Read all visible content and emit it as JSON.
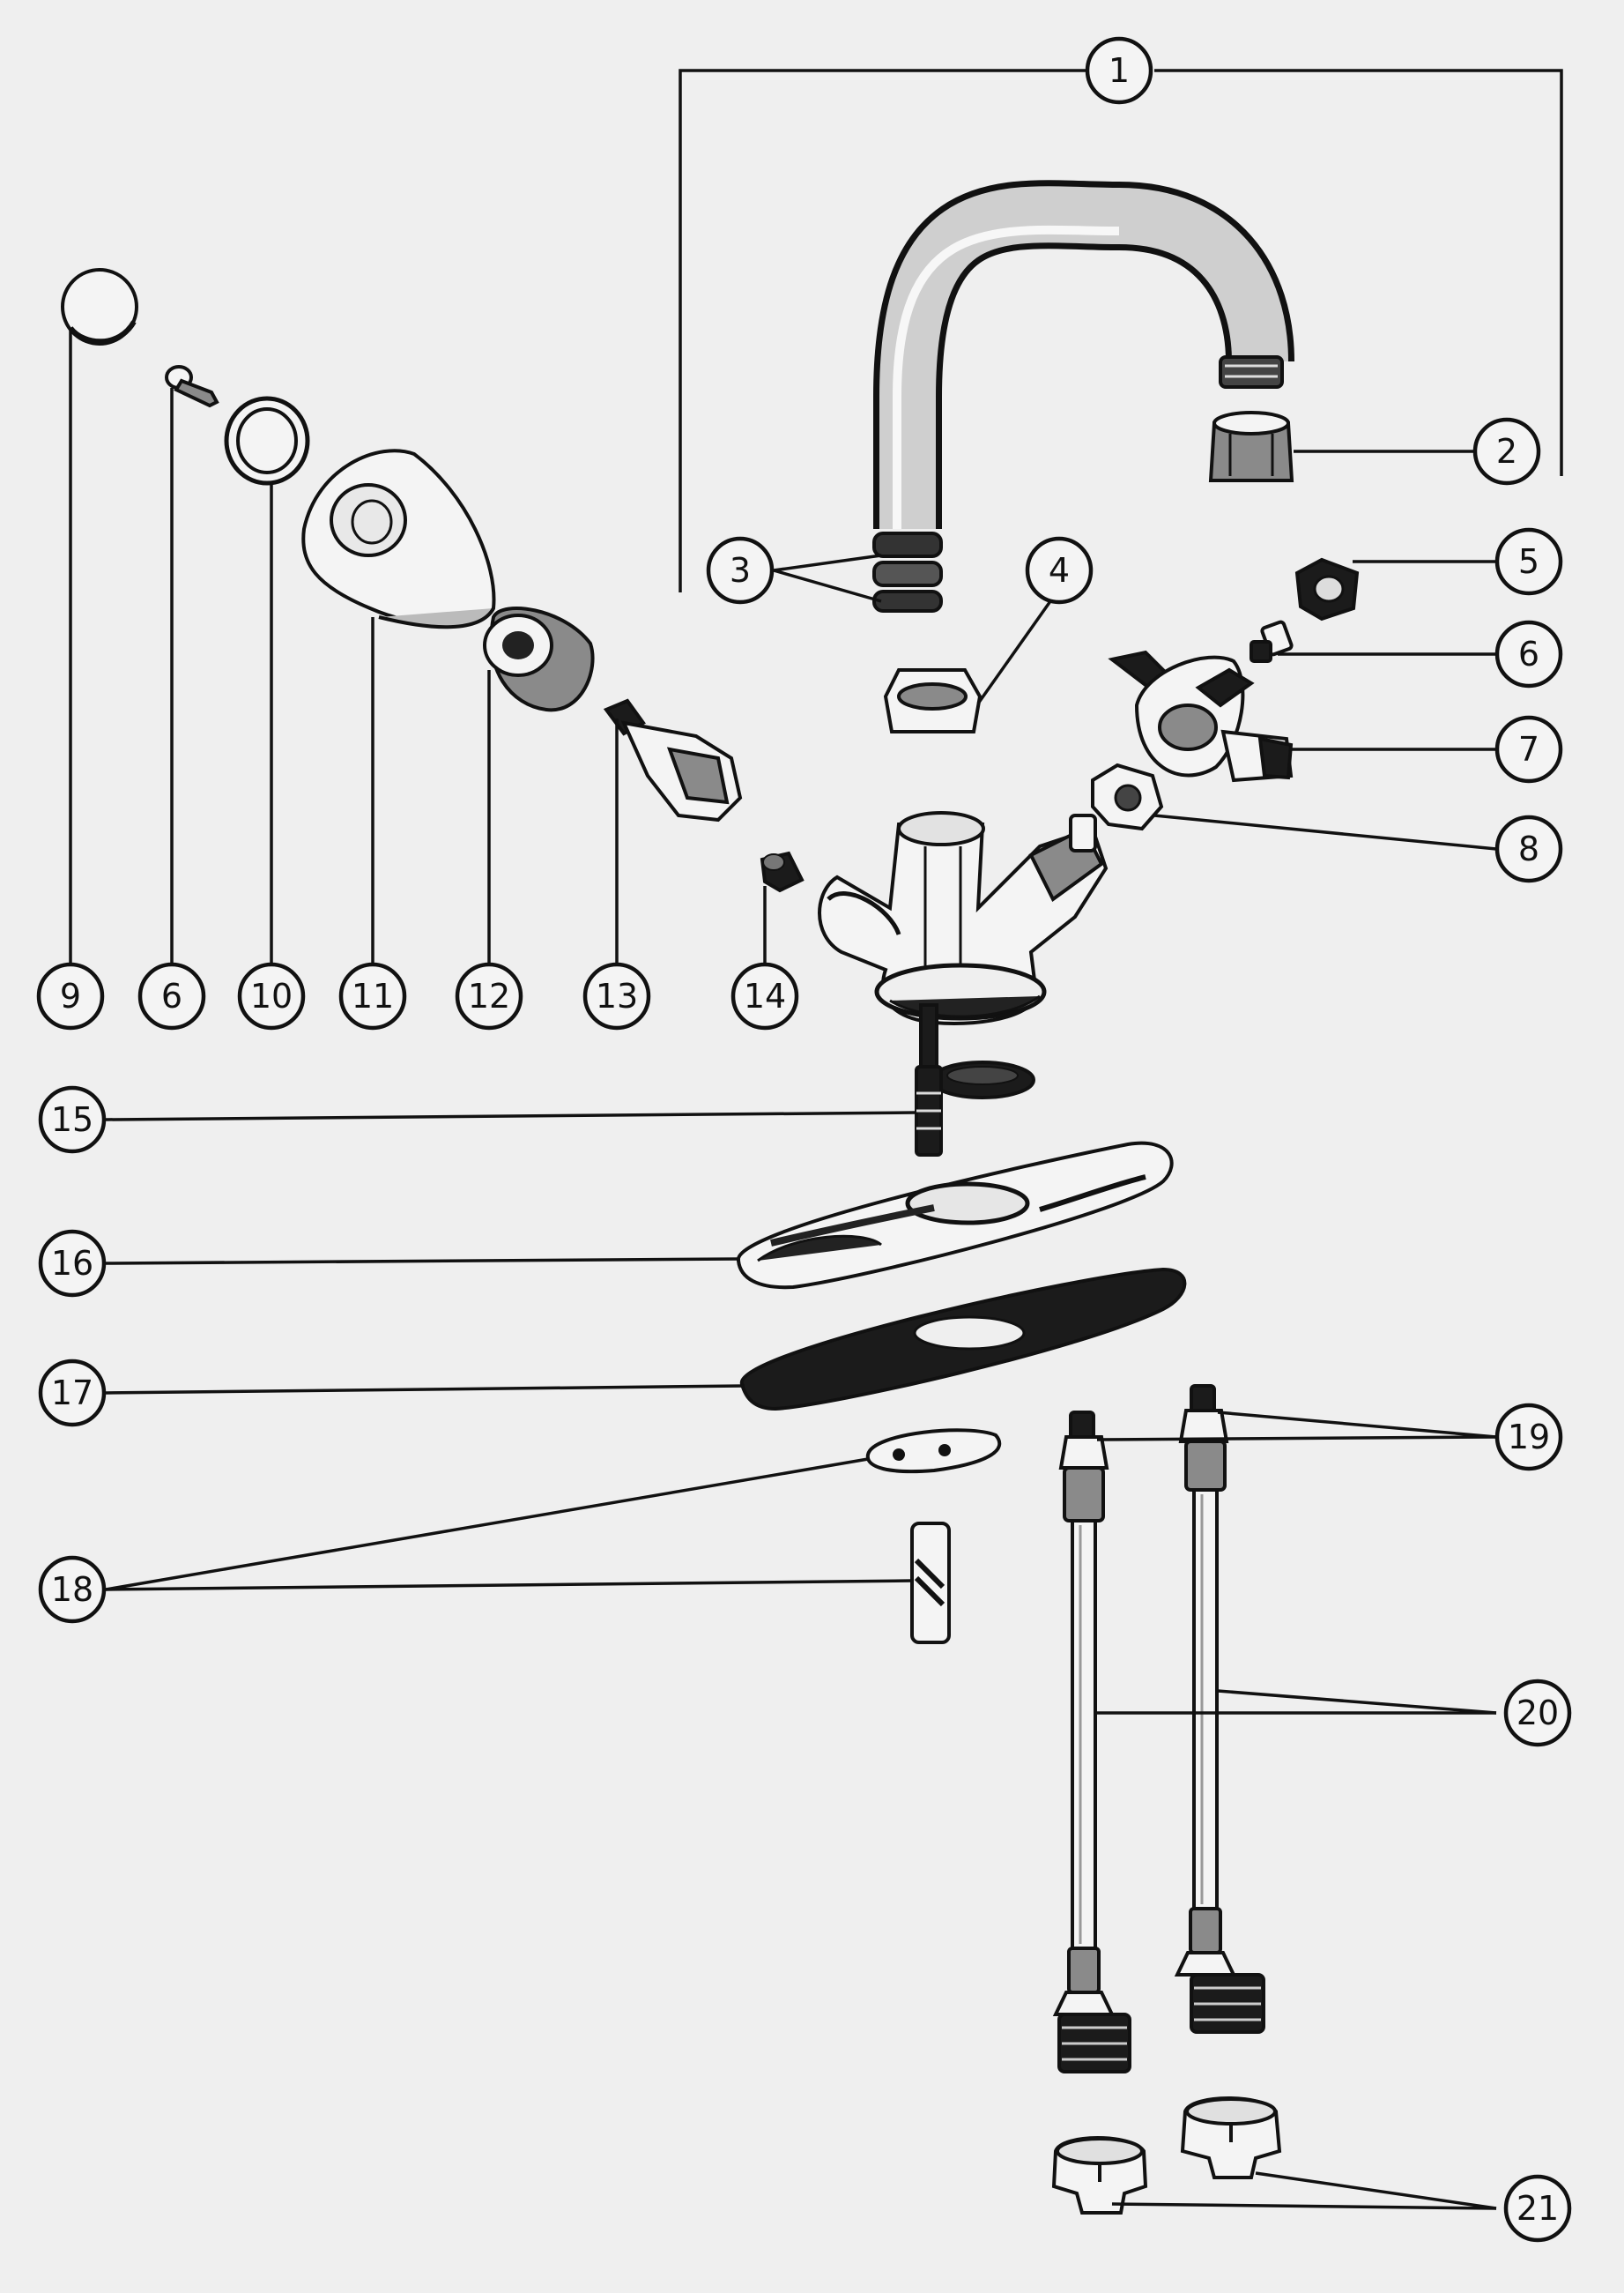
{
  "callouts": [
    {
      "id": "c1",
      "label": "1"
    },
    {
      "id": "c2",
      "label": "2"
    },
    {
      "id": "c3",
      "label": "3"
    },
    {
      "id": "c4",
      "label": "4"
    },
    {
      "id": "c5",
      "label": "5"
    },
    {
      "id": "c6r",
      "label": "6"
    },
    {
      "id": "c7",
      "label": "7"
    },
    {
      "id": "c8",
      "label": "8"
    },
    {
      "id": "c9",
      "label": "9"
    },
    {
      "id": "c6l",
      "label": "6"
    },
    {
      "id": "c10",
      "label": "10"
    },
    {
      "id": "c11",
      "label": "11"
    },
    {
      "id": "c12",
      "label": "12"
    },
    {
      "id": "c13",
      "label": "13"
    },
    {
      "id": "c14",
      "label": "14"
    },
    {
      "id": "c15",
      "label": "15"
    },
    {
      "id": "c16",
      "label": "16"
    },
    {
      "id": "c17",
      "label": "17"
    },
    {
      "id": "c18",
      "label": "18"
    },
    {
      "id": "c19",
      "label": "19"
    },
    {
      "id": "c20",
      "label": "20"
    },
    {
      "id": "c21",
      "label": "21"
    }
  ]
}
